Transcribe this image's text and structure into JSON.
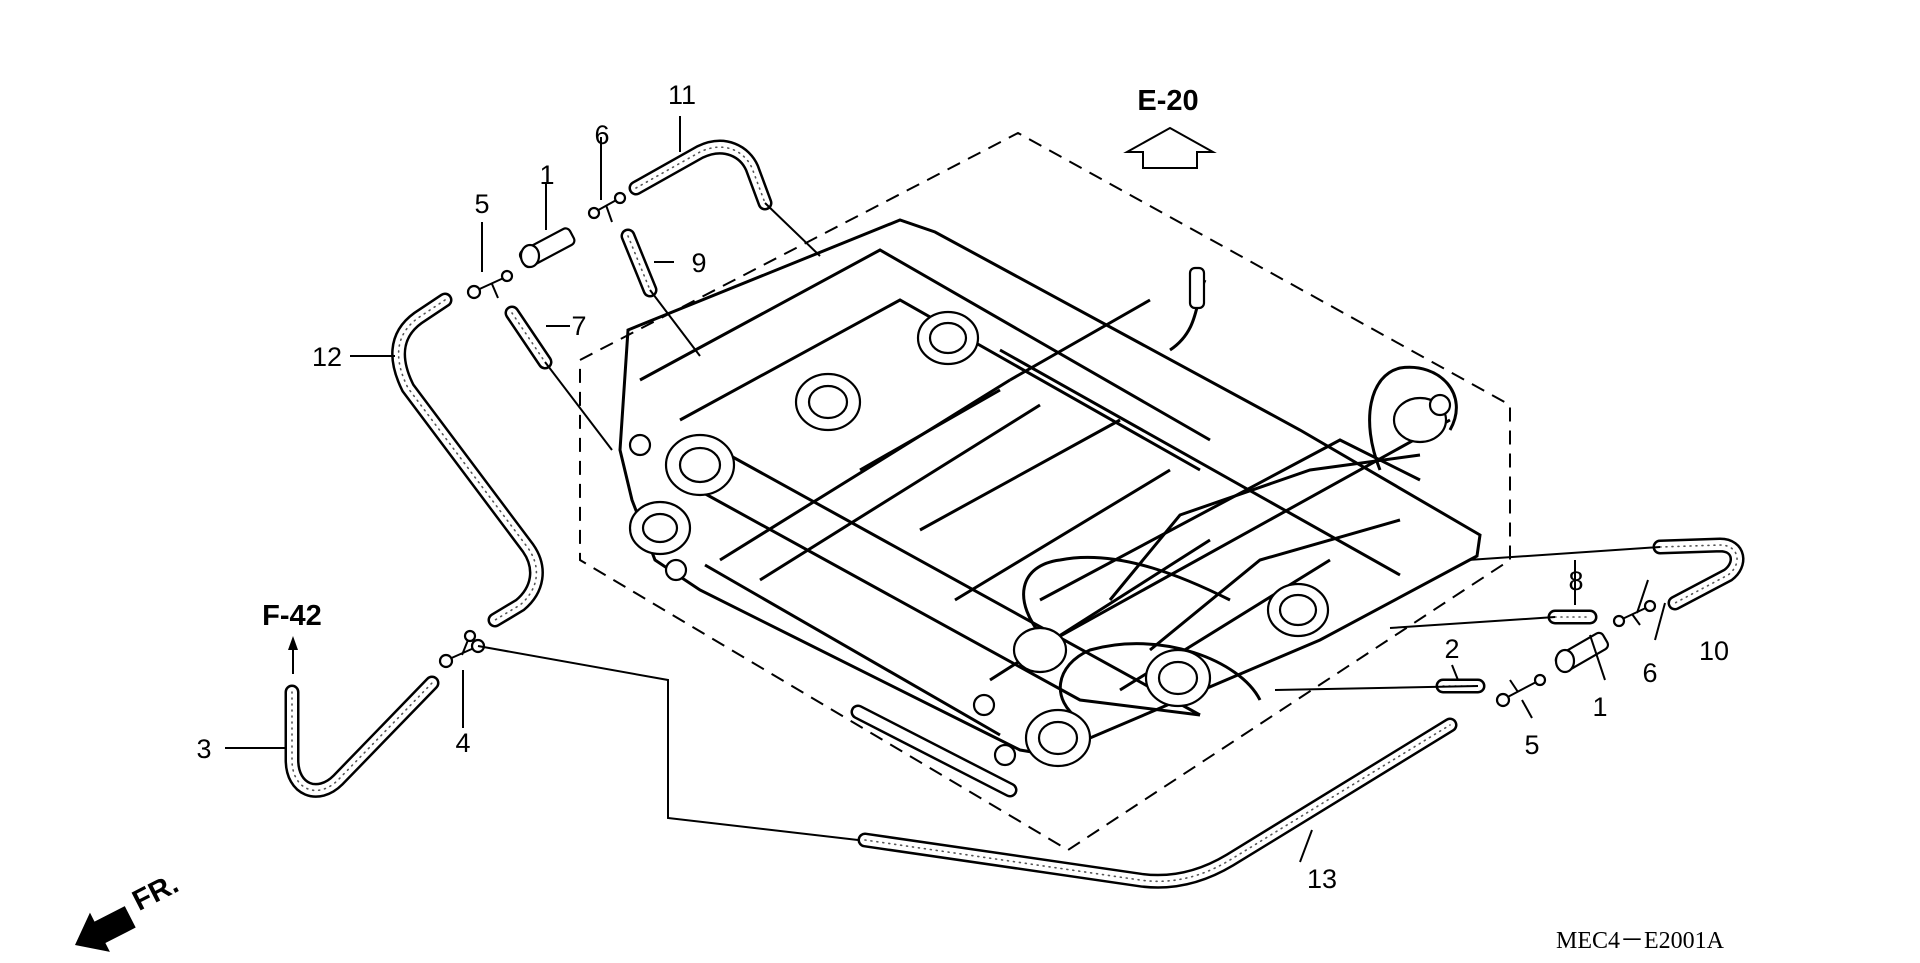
{
  "diagram": {
    "reference_top": "E-20",
    "reference_left": "F-42",
    "front_indicator": "FR.",
    "diagram_code": "MEC4－E2001A",
    "callouts": {
      "c1a": "1",
      "c1b": "1",
      "c2": "2",
      "c3": "3",
      "c4": "4",
      "c5a": "5",
      "c5b": "5",
      "c6a": "6",
      "c6b": "6",
      "c7": "7",
      "c8": "8",
      "c9": "9",
      "c10": "10",
      "c11": "11",
      "c12": "12",
      "c13": "13"
    }
  }
}
